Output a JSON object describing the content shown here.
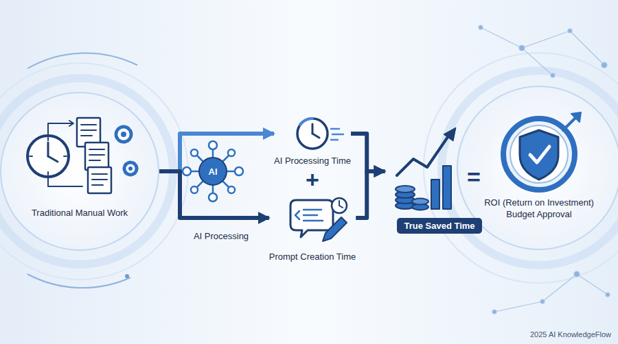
{
  "diagram": {
    "nodes": [
      {
        "text": [
          "Traditional Manual Work"
        ]
      },
      {
        "text": [
          "AI Processing"
        ]
      },
      {
        "text": [
          "AI Processing Time"
        ]
      },
      {
        "text": [
          "Prompt Creation Time"
        ]
      },
      {
        "text": [
          "True Saved Time"
        ]
      },
      {
        "text": [
          "ROI (Return on Investment) Budget Approval"
        ]
      }
    ],
    "edges": [
      {
        "from": 0,
        "to": 2,
        "arrow": "to"
      },
      {
        "from": 0,
        "to": 3,
        "arrow": "to"
      },
      {
        "from": 2,
        "to": 4,
        "arrow": "to"
      },
      {
        "from": 3,
        "to": 4,
        "arrow": "to"
      }
    ],
    "labels": [
      "AI",
      "+",
      "=",
      "2025 AI KnowledgeFlow"
    ]
  }
}
